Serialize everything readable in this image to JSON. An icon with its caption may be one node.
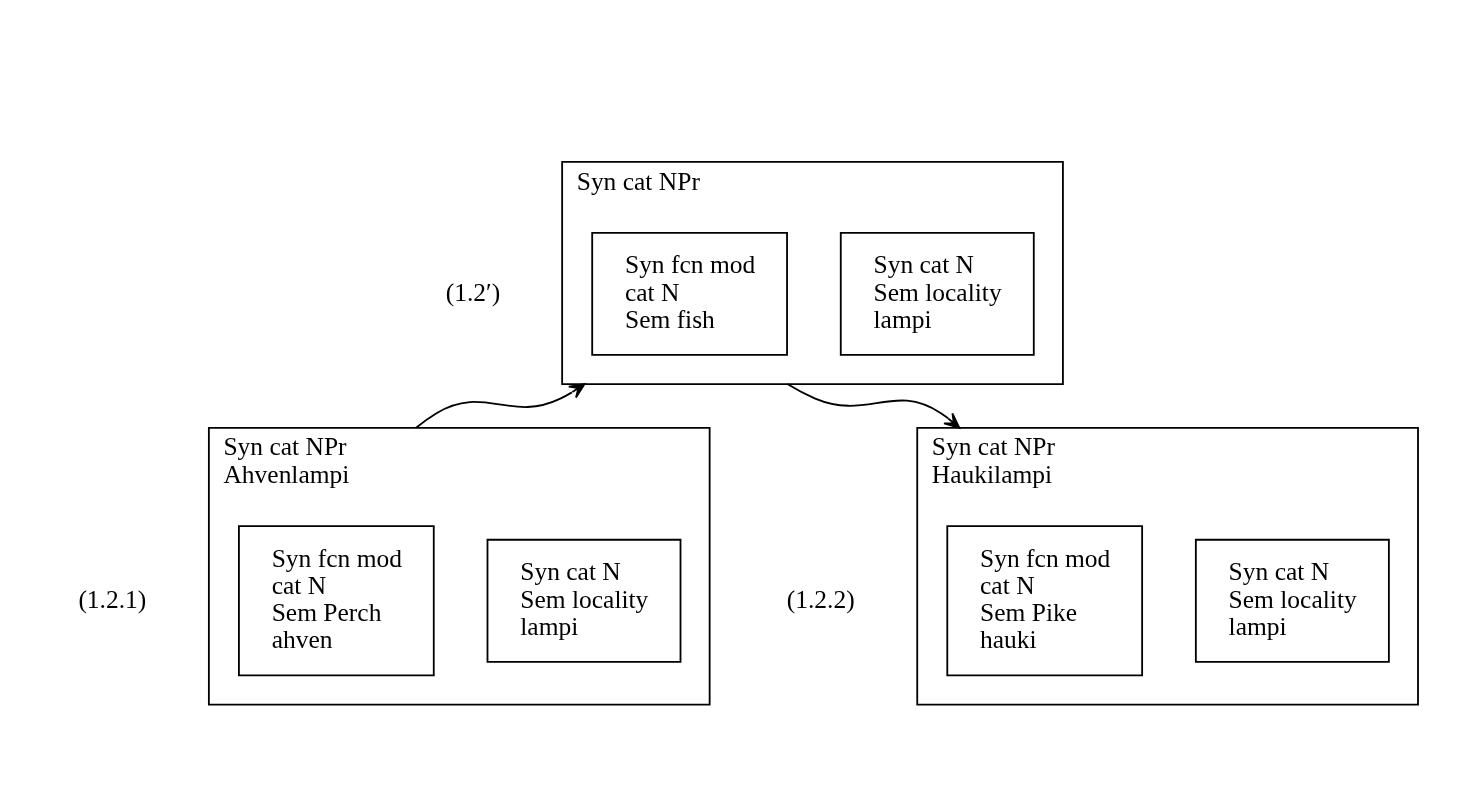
{
  "diagram": {
    "nodes": [
      {
        "text": [
          "Syn cat NPr"
        ],
        "beside": [
          "(1.2′)"
        ]
      },
      {
        "text": [
          "Syn fcn mod",
          "cat N",
          "Sem fish"
        ],
        "in": 0
      },
      {
        "text": [
          "Syn cat N",
          "Sem locality",
          "lampi"
        ],
        "in": 0
      },
      {
        "text": [
          "Syn cat NPr",
          "Ahvenlampi"
        ],
        "beside": [
          "(1.2.1)"
        ]
      },
      {
        "text": [
          "Syn fcn mod",
          "cat N",
          "Sem Perch",
          "ahven"
        ],
        "in": 3
      },
      {
        "text": [
          "Syn cat N",
          "Sem locality",
          "lampi"
        ],
        "in": 3
      },
      {
        "text": [
          "Syn cat NPr",
          "Haukilampi"
        ],
        "beside": [
          "(1.2.2)"
        ]
      },
      {
        "text": [
          "Syn fcn mod",
          "cat N",
          "Sem Pike",
          "hauki"
        ],
        "in": 6
      },
      {
        "text": [
          "Syn cat N",
          "Sem locality",
          "lampi"
        ],
        "in": 6
      }
    ],
    "edges": [
      {
        "from": 3,
        "to": 0,
        "arrow": "to"
      },
      {
        "from": 0,
        "to": 6,
        "arrow": "to"
      }
    ]
  }
}
